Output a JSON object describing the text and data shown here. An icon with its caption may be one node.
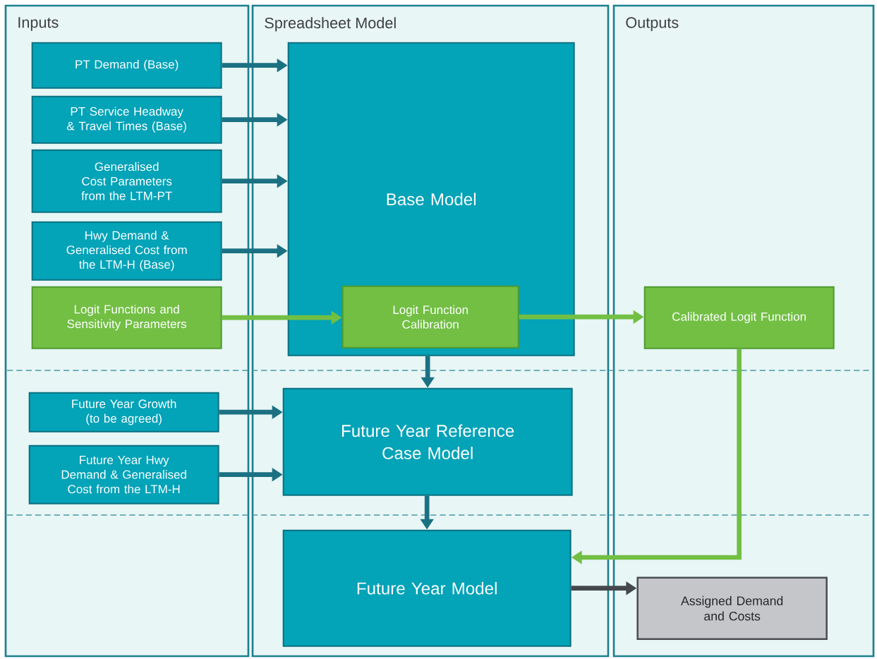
{
  "diagram": {
    "nodes": [
      {
        "text": [
          "Inputs"
        ]
      },
      {
        "text": [
          "Spreadsheet Model"
        ]
      },
      {
        "text": [
          "Outputs"
        ]
      },
      {
        "text": [
          "PT Demand (Base)"
        ],
        "in": 0
      },
      {
        "text": [
          "PT Service Headway & Travel Times (Base)"
        ],
        "in": 0
      },
      {
        "text": [
          "Generalised Cost Parameters from the LTM-PT"
        ],
        "in": 0
      },
      {
        "text": [
          "Hwy Demand & Generalised Cost from the LTM-H (Base)"
        ],
        "in": 0
      },
      {
        "text": [
          "Logit Functions and Sensitivity Parameters"
        ],
        "in": 0
      },
      {
        "text": [
          "Base Model"
        ],
        "in": 1
      },
      {
        "text": [
          "Logit Function Calibration"
        ],
        "in": 8
      },
      {
        "text": [
          "Calibrated Logit Function"
        ],
        "in": 2
      },
      {
        "text": [
          "Future Year Growth (to be agreed)"
        ],
        "in": 0
      },
      {
        "text": [
          "Future Year Hwy Demand & Generalised Cost from the LTM-H"
        ],
        "in": 0
      },
      {
        "text": [
          "Future Year Reference Case Model"
        ],
        "in": 1
      },
      {
        "text": [
          "Future Year Model"
        ],
        "in": 1
      },
      {
        "text": [
          "Assigned Demand and Costs"
        ],
        "in": 2
      }
    ],
    "edges": [
      {
        "from": 3,
        "to": 8,
        "arrow": "to"
      },
      {
        "from": 4,
        "to": 8,
        "arrow": "to"
      },
      {
        "from": 5,
        "to": 8,
        "arrow": "to"
      },
      {
        "from": 6,
        "to": 8,
        "arrow": "to"
      },
      {
        "from": 7,
        "to": 9,
        "arrow": "to",
        "color": "#72bf44"
      },
      {
        "from": 9,
        "to": 10,
        "arrow": "to",
        "color": "#72bf44"
      },
      {
        "from": 8,
        "to": 13,
        "arrow": "to"
      },
      {
        "from": 11,
        "to": 13,
        "arrow": "to"
      },
      {
        "from": 12,
        "to": 13,
        "arrow": "to"
      },
      {
        "from": 13,
        "to": 14,
        "arrow": "to"
      },
      {
        "from": 10,
        "to": 14,
        "arrow": "to",
        "color": "#72bf44"
      },
      {
        "from": 14,
        "to": 15,
        "arrow": "to",
        "color": "#45484c"
      }
    ]
  }
}
